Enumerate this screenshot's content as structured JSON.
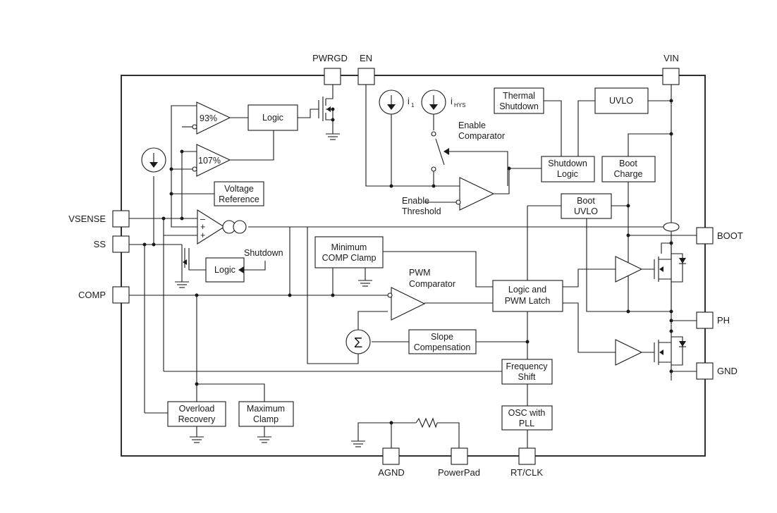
{
  "pins": {
    "pwrgd": "PWRGD",
    "en": "EN",
    "vin": "VIN",
    "vsense": "VSENSE",
    "ss": "SS",
    "comp": "COMP",
    "boot": "BOOT",
    "ph": "PH",
    "gnd": "GND",
    "agnd": "AGND",
    "powerpad": "PowerPad",
    "rtclk": "RT/CLK"
  },
  "blocks": {
    "logic_top": "Logic",
    "logic_ss": "Logic",
    "voltage_reference": [
      "Voltage",
      "Reference"
    ],
    "thermal_shutdown": [
      "Thermal",
      "Shutdown"
    ],
    "uvlo": "UVLO",
    "shutdown_logic": [
      "Shutdown",
      "Logic"
    ],
    "boot_charge": [
      "Boot",
      "Charge"
    ],
    "boot_uvlo": [
      "Boot",
      "UVLO"
    ],
    "minimum_comp_clamp": [
      "Minimum",
      "COMP Clamp"
    ],
    "logic_pwm_latch": [
      "Logic and",
      "PWM Latch"
    ],
    "slope_compensation": [
      "Slope",
      "Compensation"
    ],
    "frequency_shift": [
      "Frequency",
      "Shift"
    ],
    "osc_pll": [
      "OSC with",
      "PLL"
    ],
    "overload_recovery": [
      "Overload",
      "Recovery"
    ],
    "maximum_clamp": [
      "Maximum",
      "Clamp"
    ]
  },
  "comparators": {
    "pg_low": "93%",
    "pg_high": "107%"
  },
  "labels": {
    "shutdown": "Shutdown",
    "enable_comparator": [
      "Enable",
      "Comparator"
    ],
    "enable_threshold": [
      "Enable",
      "Threshold"
    ],
    "pwm_comparator": [
      "PWM",
      "Comparator"
    ],
    "i1": "i",
    "i1_sub": "1",
    "ihys": "i",
    "ihys_sub": "HYS",
    "ea_minus": "–",
    "ea_plus1": "+",
    "ea_plus2": "+",
    "sigma": "Σ"
  }
}
